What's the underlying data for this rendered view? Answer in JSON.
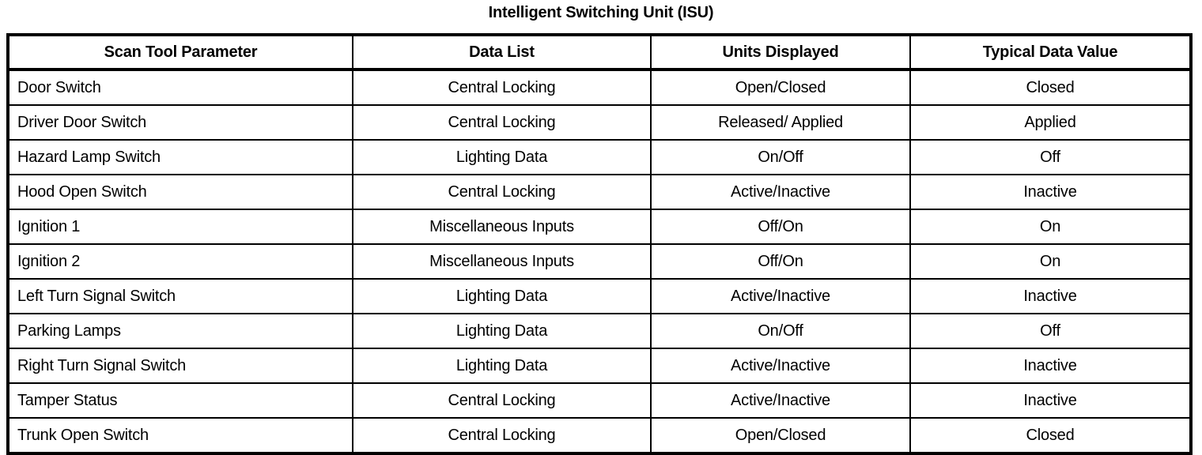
{
  "document": {
    "title": "Intelligent Switching Unit (ISU)"
  },
  "table": {
    "columns": [
      {
        "key": "parameter",
        "label": "Scan Tool Parameter",
        "align": "left"
      },
      {
        "key": "data_list",
        "label": "Data List",
        "align": "center"
      },
      {
        "key": "units",
        "label": "Units Displayed",
        "align": "center"
      },
      {
        "key": "typical",
        "label": "Typical Data Value",
        "align": "center"
      }
    ],
    "rows": [
      {
        "parameter": "Door Switch",
        "data_list": "Central Locking",
        "units": "Open/Closed",
        "typical": "Closed"
      },
      {
        "parameter": "Driver Door Switch",
        "data_list": "Central Locking",
        "units": "Released/ Applied",
        "typical": "Applied"
      },
      {
        "parameter": "Hazard Lamp Switch",
        "data_list": "Lighting Data",
        "units": "On/Off",
        "typical": "Off"
      },
      {
        "parameter": "Hood Open Switch",
        "data_list": "Central Locking",
        "units": "Active/Inactive",
        "typical": "Inactive"
      },
      {
        "parameter": "Ignition 1",
        "data_list": "Miscellaneous Inputs",
        "units": "Off/On",
        "typical": "On"
      },
      {
        "parameter": "Ignition 2",
        "data_list": "Miscellaneous Inputs",
        "units": "Off/On",
        "typical": "On"
      },
      {
        "parameter": "Left Turn Signal Switch",
        "data_list": "Lighting Data",
        "units": "Active/Inactive",
        "typical": "Inactive"
      },
      {
        "parameter": "Parking Lamps",
        "data_list": "Lighting Data",
        "units": "On/Off",
        "typical": "Off"
      },
      {
        "parameter": "Right Turn Signal Switch",
        "data_list": "Lighting Data",
        "units": "Active/Inactive",
        "typical": "Inactive"
      },
      {
        "parameter": "Tamper Status",
        "data_list": "Central Locking",
        "units": "Active/Inactive",
        "typical": "Inactive"
      },
      {
        "parameter": "Trunk Open Switch",
        "data_list": "Central Locking",
        "units": "Open/Closed",
        "typical": "Closed"
      }
    ]
  }
}
